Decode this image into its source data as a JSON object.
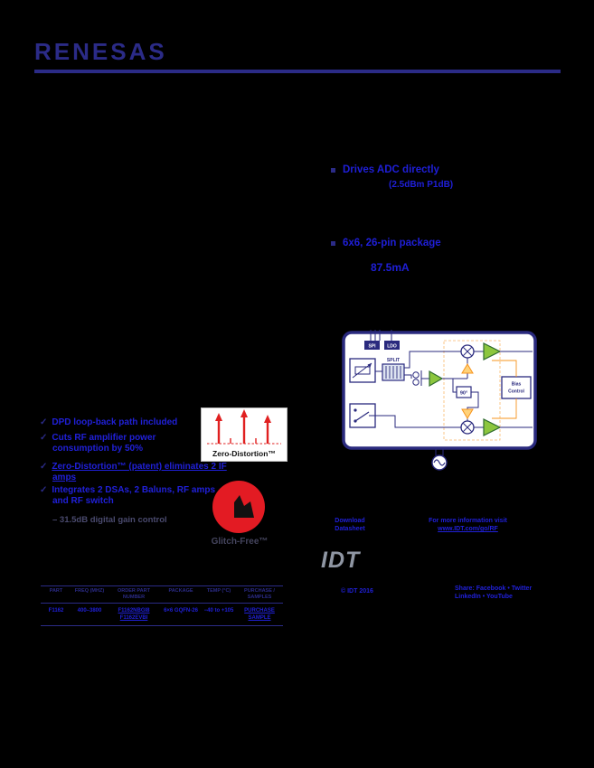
{
  "brand": {
    "logo": "RENESAS"
  },
  "features": {
    "bullet1": "Drives ADC directly",
    "bullet1_sub": "(2.5dBm P1dB)",
    "bullet2": "6x6, 26-pin package",
    "supply_current": "87.5mA"
  },
  "checklist": {
    "check": "✓",
    "item1": "DPD loop-back path included",
    "item2_line1": "Cuts RF amplifier power",
    "item2_line2": "consumption by 50%",
    "item3_line1": "Zero-Distortion™ (patent) eliminates 2 IF",
    "item3_line2": "amps",
    "item4_line1": "Integrates 2 DSAs, 2 Baluns, RF amps",
    "item4_line2": "and RF switch",
    "item5": "– 31.5dB digital gain control"
  },
  "badges": {
    "zero_distortion": "Zero-Distortion™",
    "glitch_free": "Glitch-Free™"
  },
  "diagram": {
    "spi": "SPI",
    "ldo": "LDO",
    "split": "SPLIT",
    "phase": "90°",
    "bias_line1": "Bias",
    "bias_line2": "Control"
  },
  "table": {
    "headers": [
      "PART",
      "FREQ (MHZ)",
      "ORDER PART NUMBER",
      "PACKAGE",
      "TEMP (°C)",
      "PURCHASE / SAMPLES"
    ],
    "cells": [
      "F1162",
      "400–3800",
      "F1162NBGI8 F1162EVBI",
      "6×6 GQFN-26",
      "−40 to +105",
      "PURCHASE SAMPLE"
    ]
  },
  "footer": {
    "download_line1": "Download",
    "download_line2": "Datasheet",
    "info_line1": "For more information visit",
    "info_line2": "www.IDT.com/go/RF",
    "idt_logo": "IDT",
    "copyright": "© IDT 2016",
    "share_line1": "Share: Facebook • Twitter",
    "share_line2": "LinkedIn • YouTube"
  }
}
